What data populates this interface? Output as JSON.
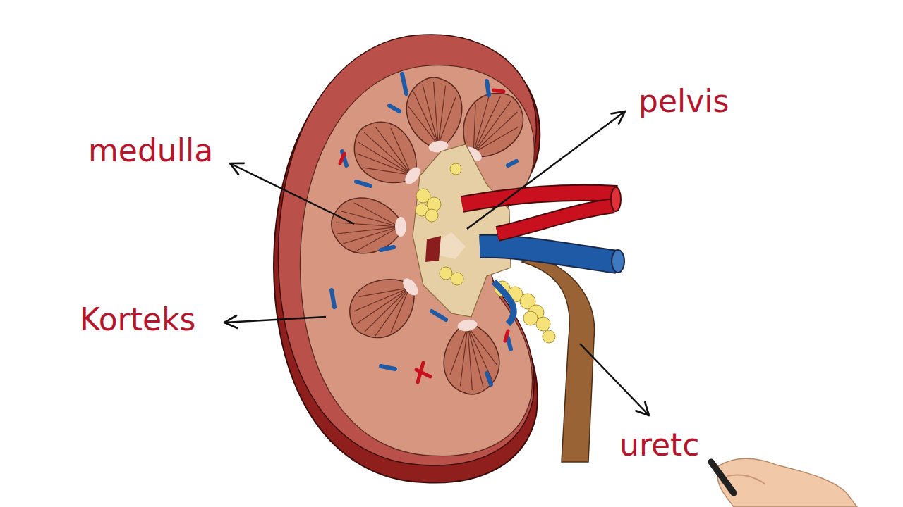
{
  "diagram": {
    "labels": [
      "medulla",
      "pelvis",
      "Korteks",
      "uretc"
    ]
  }
}
